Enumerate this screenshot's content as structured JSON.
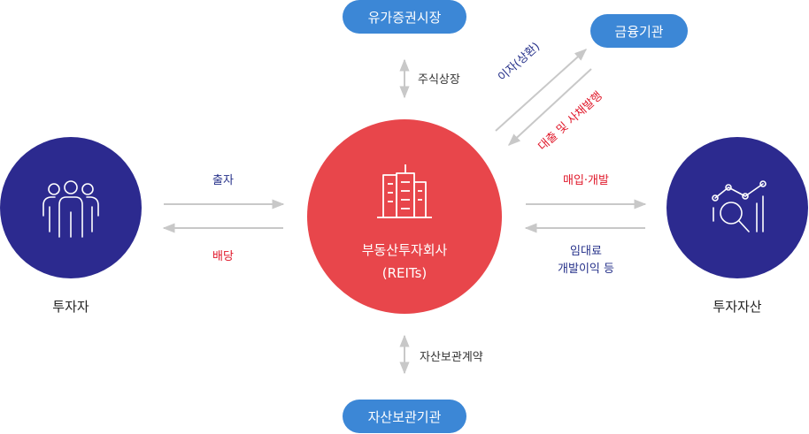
{
  "top_node": "유가증권시장",
  "finance_node": "금융기관",
  "bottom_node": "자산보관기관",
  "center": {
    "line1": "부동산투자회사",
    "line2": "(REITs)"
  },
  "left_node": {
    "label": "투자자",
    "icon": "people-icon"
  },
  "right_node": {
    "label": "투자자산",
    "icon": "chart-analysis-icon"
  },
  "edges": {
    "top": "주식상장",
    "bottom": "자산보관계약",
    "interest": "이자(상환)",
    "loan": "대출 및 사채발행",
    "investment": "출자",
    "dividend": "배당",
    "acquisition": "매입·개발",
    "rent_line1": "임대료",
    "rent_line2": "개발이익 등"
  },
  "colors": {
    "pill_blue": "#3c87d6",
    "navy_circle": "#2c2a8f",
    "red_circle": "#e8464b",
    "arrow_gray": "#c8c8c8",
    "label_navy": "#26318a",
    "label_red": "#e0192b"
  }
}
